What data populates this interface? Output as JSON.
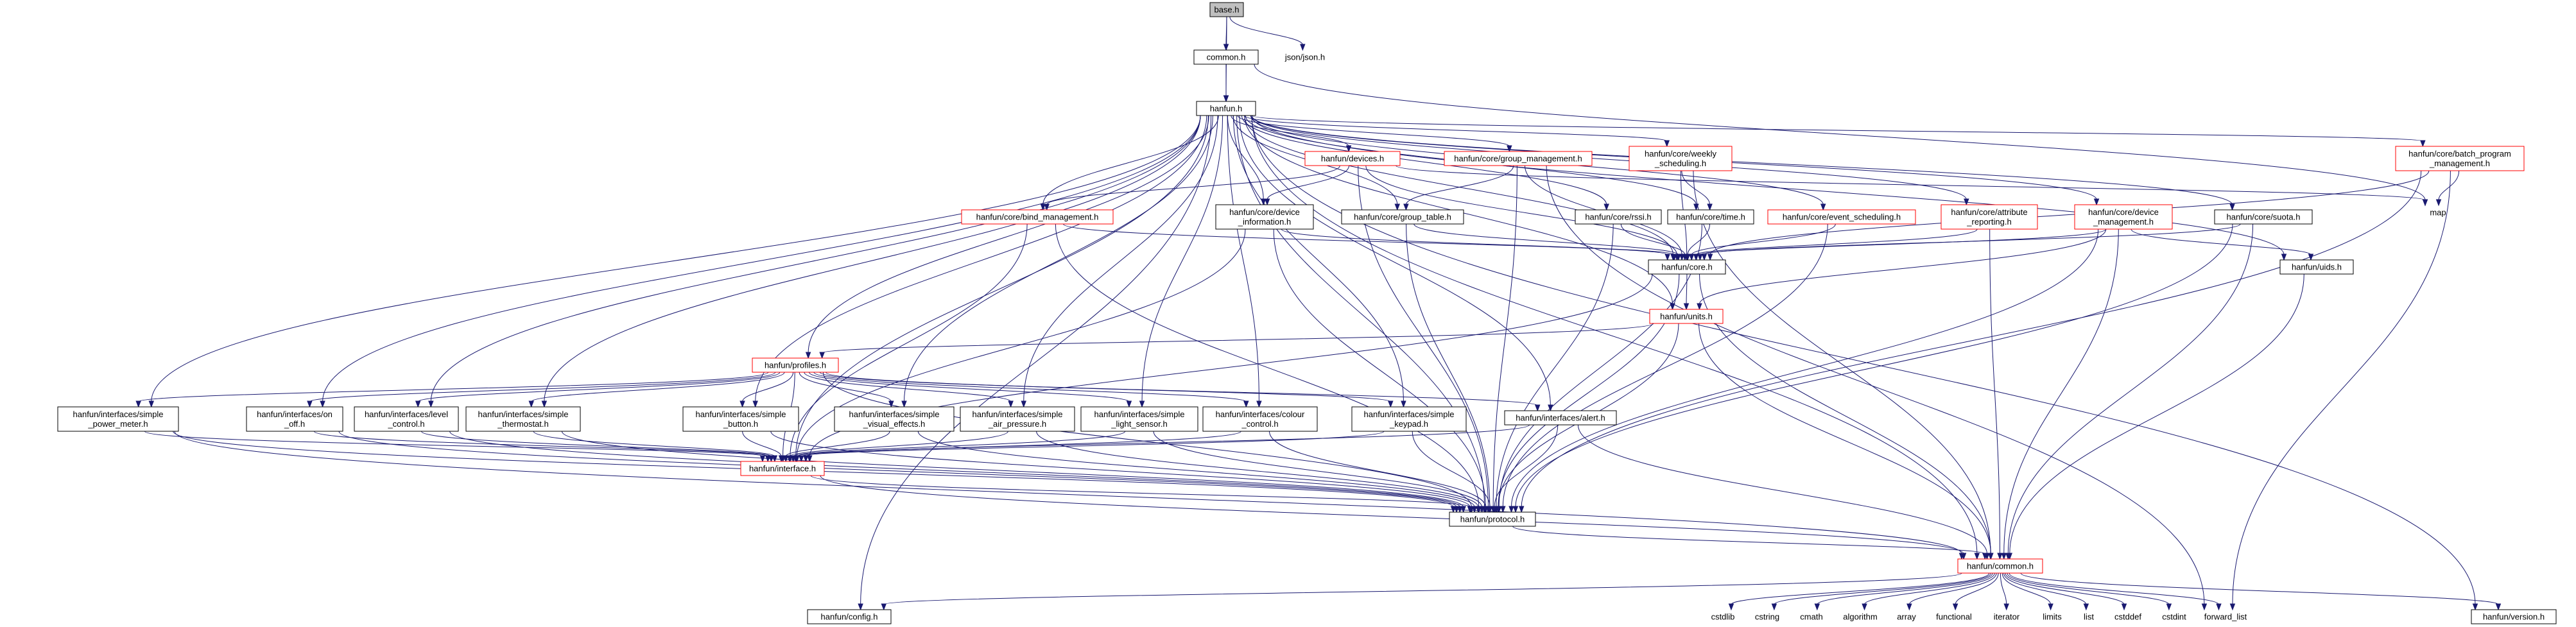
{
  "nodes": [
    {
      "id": "base",
      "label": [
        "base.h"
      ],
      "style": "gray"
    },
    {
      "id": "common",
      "label": [
        "common.h"
      ],
      "style": "black"
    },
    {
      "id": "json",
      "label": [
        "json/json.h"
      ],
      "style": "none"
    },
    {
      "id": "hanfun",
      "label": [
        "hanfun.h"
      ],
      "style": "black"
    },
    {
      "id": "devices",
      "label": [
        "hanfun/devices.h"
      ],
      "style": "red"
    },
    {
      "id": "group_mgmt",
      "label": [
        "hanfun/core/group_management.h"
      ],
      "style": "red"
    },
    {
      "id": "weekly",
      "label": [
        "hanfun/core/weekly",
        "_scheduling.h"
      ],
      "style": "red"
    },
    {
      "id": "batch",
      "label": [
        "hanfun/core/batch_program",
        "_management.h"
      ],
      "style": "red"
    },
    {
      "id": "map",
      "label": [
        "map"
      ],
      "style": "none"
    },
    {
      "id": "bind_mgmt",
      "label": [
        "hanfun/core/bind_management.h"
      ],
      "style": "red"
    },
    {
      "id": "dev_info",
      "label": [
        "hanfun/core/device",
        "_information.h"
      ],
      "style": "black"
    },
    {
      "id": "group_table",
      "label": [
        "hanfun/core/group_table.h"
      ],
      "style": "black"
    },
    {
      "id": "rssi",
      "label": [
        "hanfun/core/rssi.h"
      ],
      "style": "black"
    },
    {
      "id": "time",
      "label": [
        "hanfun/core/time.h"
      ],
      "style": "black"
    },
    {
      "id": "event_sched",
      "label": [
        "hanfun/core/event_scheduling.h"
      ],
      "style": "red"
    },
    {
      "id": "attr_rep",
      "label": [
        "hanfun/core/attribute",
        "_reporting.h"
      ],
      "style": "red"
    },
    {
      "id": "dev_mgmt",
      "label": [
        "hanfun/core/device",
        "_management.h"
      ],
      "style": "red"
    },
    {
      "id": "suota",
      "label": [
        "hanfun/core/suota.h"
      ],
      "style": "black"
    },
    {
      "id": "core",
      "label": [
        "hanfun/core.h"
      ],
      "style": "black"
    },
    {
      "id": "uids",
      "label": [
        "hanfun/uids.h"
      ],
      "style": "black"
    },
    {
      "id": "units",
      "label": [
        "hanfun/units.h"
      ],
      "style": "red"
    },
    {
      "id": "profiles",
      "label": [
        "hanfun/profiles.h"
      ],
      "style": "red"
    },
    {
      "id": "power_meter",
      "label": [
        "hanfun/interfaces/simple",
        "_power_meter.h"
      ],
      "style": "black"
    },
    {
      "id": "on_off",
      "label": [
        "hanfun/interfaces/on",
        "_off.h"
      ],
      "style": "black"
    },
    {
      "id": "level_ctrl",
      "label": [
        "hanfun/interfaces/level",
        "_control.h"
      ],
      "style": "black"
    },
    {
      "id": "thermostat",
      "label": [
        "hanfun/interfaces/simple",
        "_thermostat.h"
      ],
      "style": "black"
    },
    {
      "id": "button",
      "label": [
        "hanfun/interfaces/simple",
        "_button.h"
      ],
      "style": "black"
    },
    {
      "id": "visual",
      "label": [
        "hanfun/interfaces/simple",
        "_visual_effects.h"
      ],
      "style": "black"
    },
    {
      "id": "air",
      "label": [
        "hanfun/interfaces/simple",
        "_air_pressure.h"
      ],
      "style": "black"
    },
    {
      "id": "light",
      "label": [
        "hanfun/interfaces/simple",
        "_light_sensor.h"
      ],
      "style": "black"
    },
    {
      "id": "colour",
      "label": [
        "hanfun/interfaces/colour",
        "_control.h"
      ],
      "style": "black"
    },
    {
      "id": "keypad",
      "label": [
        "hanfun/interfaces/simple",
        "_keypad.h"
      ],
      "style": "black"
    },
    {
      "id": "alert",
      "label": [
        "hanfun/interfaces/alert.h"
      ],
      "style": "black"
    },
    {
      "id": "interface",
      "label": [
        "hanfun/interface.h"
      ],
      "style": "red"
    },
    {
      "id": "protocol",
      "label": [
        "hanfun/protocol.h"
      ],
      "style": "black"
    },
    {
      "id": "hcommon",
      "label": [
        "hanfun/common.h"
      ],
      "style": "red"
    },
    {
      "id": "config",
      "label": [
        "hanfun/config.h"
      ],
      "style": "black"
    },
    {
      "id": "cstdlib",
      "label": [
        "cstdlib"
      ],
      "style": "none"
    },
    {
      "id": "cstring",
      "label": [
        "cstring"
      ],
      "style": "none"
    },
    {
      "id": "cmath",
      "label": [
        "cmath"
      ],
      "style": "none"
    },
    {
      "id": "algorithm",
      "label": [
        "algorithm"
      ],
      "style": "none"
    },
    {
      "id": "array",
      "label": [
        "array"
      ],
      "style": "none"
    },
    {
      "id": "functional",
      "label": [
        "functional"
      ],
      "style": "none"
    },
    {
      "id": "iterator",
      "label": [
        "iterator"
      ],
      "style": "none"
    },
    {
      "id": "limits",
      "label": [
        "limits"
      ],
      "style": "none"
    },
    {
      "id": "list",
      "label": [
        "list"
      ],
      "style": "none"
    },
    {
      "id": "cstddef",
      "label": [
        "cstddef"
      ],
      "style": "none"
    },
    {
      "id": "cstdint",
      "label": [
        "cstdint"
      ],
      "style": "none"
    },
    {
      "id": "forward_list",
      "label": [
        "forward_list"
      ],
      "style": "none"
    },
    {
      "id": "version",
      "label": [
        "hanfun/version.h"
      ],
      "style": "black"
    }
  ],
  "edges": [
    [
      "base",
      "common"
    ],
    [
      "base",
      "json"
    ],
    [
      "base",
      "hanfun"
    ],
    [
      "common",
      "hanfun"
    ],
    [
      "common",
      "map"
    ],
    [
      "hanfun",
      "devices"
    ],
    [
      "hanfun",
      "group_mgmt"
    ],
    [
      "hanfun",
      "weekly"
    ],
    [
      "hanfun",
      "batch"
    ],
    [
      "hanfun",
      "bind_mgmt"
    ],
    [
      "hanfun",
      "dev_info"
    ],
    [
      "hanfun",
      "group_table"
    ],
    [
      "hanfun",
      "rssi"
    ],
    [
      "hanfun",
      "time"
    ],
    [
      "hanfun",
      "event_sched"
    ],
    [
      "hanfun",
      "attr_rep"
    ],
    [
      "hanfun",
      "dev_mgmt"
    ],
    [
      "hanfun",
      "suota"
    ],
    [
      "hanfun",
      "core"
    ],
    [
      "hanfun",
      "uids"
    ],
    [
      "hanfun",
      "units"
    ],
    [
      "hanfun",
      "profiles"
    ],
    [
      "hanfun",
      "power_meter"
    ],
    [
      "hanfun",
      "on_off"
    ],
    [
      "hanfun",
      "level_ctrl"
    ],
    [
      "hanfun",
      "thermostat"
    ],
    [
      "hanfun",
      "button"
    ],
    [
      "hanfun",
      "visual"
    ],
    [
      "hanfun",
      "air"
    ],
    [
      "hanfun",
      "light"
    ],
    [
      "hanfun",
      "colour"
    ],
    [
      "hanfun",
      "keypad"
    ],
    [
      "hanfun",
      "alert"
    ],
    [
      "hanfun",
      "interface"
    ],
    [
      "hanfun",
      "protocol"
    ],
    [
      "hanfun",
      "hcommon"
    ],
    [
      "hanfun",
      "config"
    ],
    [
      "hanfun",
      "version"
    ],
    [
      "devices",
      "bind_mgmt"
    ],
    [
      "devices",
      "dev_info"
    ],
    [
      "devices",
      "core"
    ],
    [
      "devices",
      "map"
    ],
    [
      "devices",
      "protocol"
    ],
    [
      "group_mgmt",
      "group_table"
    ],
    [
      "group_mgmt",
      "core"
    ],
    [
      "group_mgmt",
      "protocol"
    ],
    [
      "group_mgmt",
      "forward_list"
    ],
    [
      "weekly",
      "time"
    ],
    [
      "weekly",
      "core"
    ],
    [
      "weekly",
      "hcommon"
    ],
    [
      "batch",
      "core"
    ],
    [
      "batch",
      "map"
    ],
    [
      "batch",
      "forward_list"
    ],
    [
      "batch",
      "protocol"
    ],
    [
      "bind_mgmt",
      "core"
    ],
    [
      "bind_mgmt",
      "interface"
    ],
    [
      "bind_mgmt",
      "protocol"
    ],
    [
      "dev_info",
      "core"
    ],
    [
      "dev_info",
      "interface"
    ],
    [
      "dev_info",
      "protocol"
    ],
    [
      "group_table",
      "core"
    ],
    [
      "group_table",
      "protocol"
    ],
    [
      "rssi",
      "core"
    ],
    [
      "rssi",
      "protocol"
    ],
    [
      "time",
      "core"
    ],
    [
      "time",
      "protocol"
    ],
    [
      "event_sched",
      "core"
    ],
    [
      "event_sched",
      "protocol"
    ],
    [
      "attr_rep",
      "core"
    ],
    [
      "attr_rep",
      "hcommon"
    ],
    [
      "dev_mgmt",
      "core"
    ],
    [
      "dev_mgmt",
      "uids"
    ],
    [
      "dev_mgmt",
      "units"
    ],
    [
      "dev_mgmt",
      "protocol"
    ],
    [
      "dev_mgmt",
      "hcommon"
    ],
    [
      "suota",
      "core"
    ],
    [
      "suota",
      "protocol"
    ],
    [
      "suota",
      "hcommon"
    ],
    [
      "core",
      "units"
    ],
    [
      "core",
      "interface"
    ],
    [
      "core",
      "protocol"
    ],
    [
      "core",
      "hcommon"
    ],
    [
      "uids",
      "hcommon"
    ],
    [
      "units",
      "profiles"
    ],
    [
      "units",
      "protocol"
    ],
    [
      "units",
      "hcommon"
    ],
    [
      "profiles",
      "power_meter"
    ],
    [
      "profiles",
      "on_off"
    ],
    [
      "profiles",
      "level_ctrl"
    ],
    [
      "profiles",
      "thermostat"
    ],
    [
      "profiles",
      "button"
    ],
    [
      "profiles",
      "visual"
    ],
    [
      "profiles",
      "air"
    ],
    [
      "profiles",
      "light"
    ],
    [
      "profiles",
      "colour"
    ],
    [
      "profiles",
      "keypad"
    ],
    [
      "profiles",
      "alert"
    ],
    [
      "profiles",
      "interface"
    ],
    [
      "profiles",
      "protocol"
    ],
    [
      "power_meter",
      "interface"
    ],
    [
      "power_meter",
      "protocol"
    ],
    [
      "power_meter",
      "hcommon"
    ],
    [
      "on_off",
      "interface"
    ],
    [
      "on_off",
      "protocol"
    ],
    [
      "level_ctrl",
      "interface"
    ],
    [
      "level_ctrl",
      "protocol"
    ],
    [
      "thermostat",
      "interface"
    ],
    [
      "thermostat",
      "protocol"
    ],
    [
      "button",
      "interface"
    ],
    [
      "button",
      "protocol"
    ],
    [
      "visual",
      "interface"
    ],
    [
      "visual",
      "protocol"
    ],
    [
      "air",
      "interface"
    ],
    [
      "air",
      "protocol"
    ],
    [
      "light",
      "interface"
    ],
    [
      "light",
      "protocol"
    ],
    [
      "colour",
      "interface"
    ],
    [
      "colour",
      "protocol"
    ],
    [
      "keypad",
      "interface"
    ],
    [
      "keypad",
      "protocol"
    ],
    [
      "alert",
      "interface"
    ],
    [
      "alert",
      "protocol"
    ],
    [
      "alert",
      "hcommon"
    ],
    [
      "interface",
      "protocol"
    ],
    [
      "interface",
      "hcommon"
    ],
    [
      "protocol",
      "hcommon"
    ],
    [
      "hcommon",
      "config"
    ],
    [
      "hcommon",
      "cstdlib"
    ],
    [
      "hcommon",
      "cstring"
    ],
    [
      "hcommon",
      "cmath"
    ],
    [
      "hcommon",
      "algorithm"
    ],
    [
      "hcommon",
      "array"
    ],
    [
      "hcommon",
      "functional"
    ],
    [
      "hcommon",
      "iterator"
    ],
    [
      "hcommon",
      "limits"
    ],
    [
      "hcommon",
      "list"
    ],
    [
      "hcommon",
      "cstddef"
    ],
    [
      "hcommon",
      "cstdint"
    ],
    [
      "hcommon",
      "forward_list"
    ],
    [
      "hcommon",
      "version"
    ]
  ]
}
